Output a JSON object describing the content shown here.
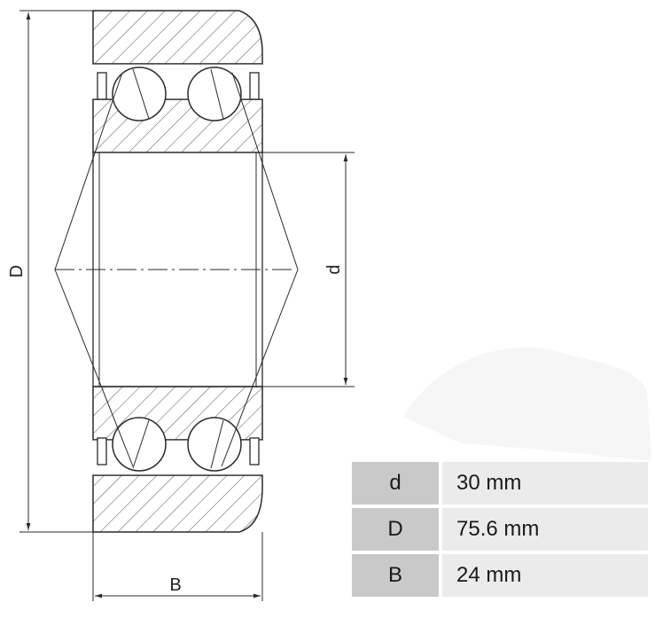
{
  "dimensions": {
    "outer_diameter_label": "D",
    "inner_diameter_label": "d",
    "width_label": "B"
  },
  "specs": [
    {
      "key": "d",
      "value": "30 mm"
    },
    {
      "key": "D",
      "value": "75.6 mm"
    },
    {
      "key": "B",
      "value": "24 mm"
    }
  ],
  "colors": {
    "line": "#2a2a2a",
    "table_key_bg": "#c9c9c9",
    "table_value_bg": "#ebebeb"
  }
}
